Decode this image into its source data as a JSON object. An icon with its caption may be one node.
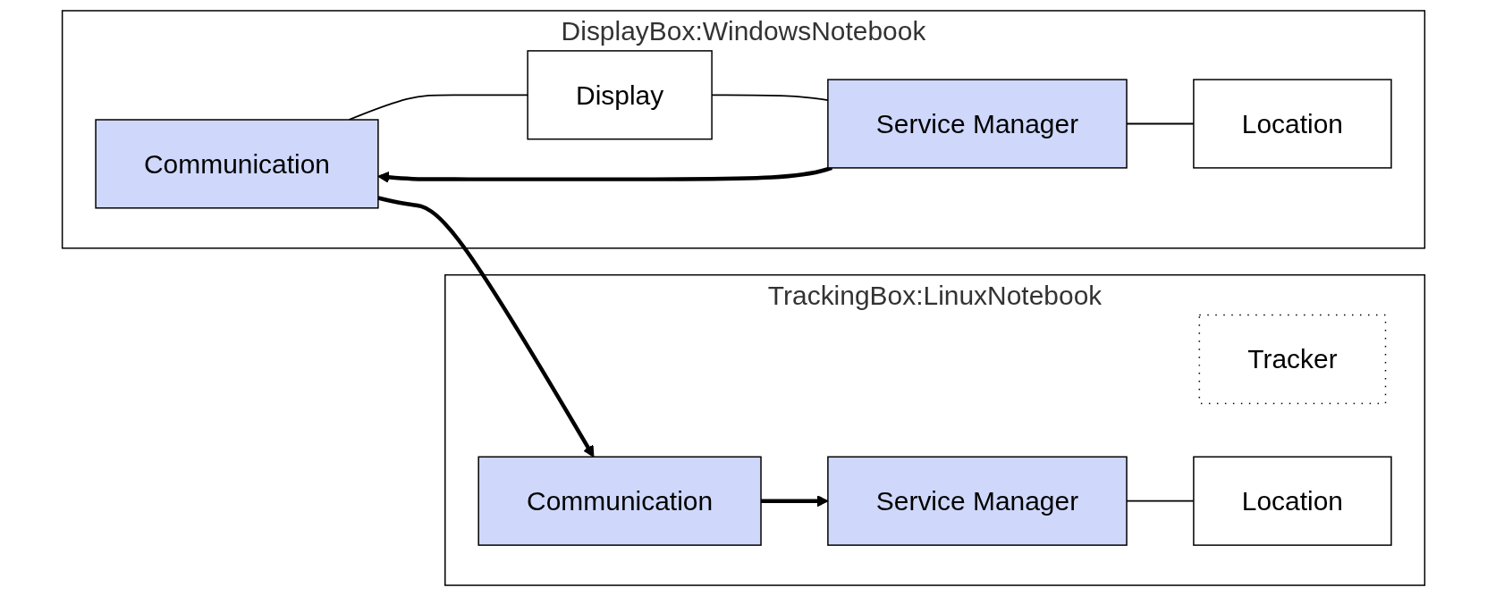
{
  "diagram": {
    "nodes": [
      {
        "text": [
          "TrackingBox:LinuxNotebook"
        ]
      },
      {
        "text": [
          "Tracker"
        ],
        "in": 0
      },
      {
        "text": [
          "Communication"
        ],
        "in": 0
      },
      {
        "text": [
          "Service Manager"
        ],
        "in": 0
      },
      {
        "text": [
          "Location"
        ],
        "in": 0
      },
      {
        "text": [
          "DisplayBox:WindowsNotebook"
        ]
      },
      {
        "text": [
          "Communication"
        ],
        "in": 5
      },
      {
        "text": [
          "Display"
        ],
        "in": 5
      },
      {
        "text": [
          "Service Manager"
        ],
        "in": 5
      },
      {
        "text": [
          "Location"
        ],
        "in": 5
      }
    ],
    "edges": [
      {
        "from": 6,
        "to": 2,
        "arrow": "to",
        "style": "thick"
      },
      {
        "from": 2,
        "to": 3,
        "arrow": "to",
        "style": "thick"
      },
      {
        "from": 3,
        "to": 4,
        "arrow": "none"
      },
      {
        "from": 6,
        "to": 7,
        "arrow": "none"
      },
      {
        "from": 7,
        "to": 8,
        "arrow": "none"
      },
      {
        "from": 8,
        "to": 6,
        "arrow": "to",
        "style": "thick"
      },
      {
        "from": 8,
        "to": 9,
        "arrow": "none"
      }
    ]
  }
}
